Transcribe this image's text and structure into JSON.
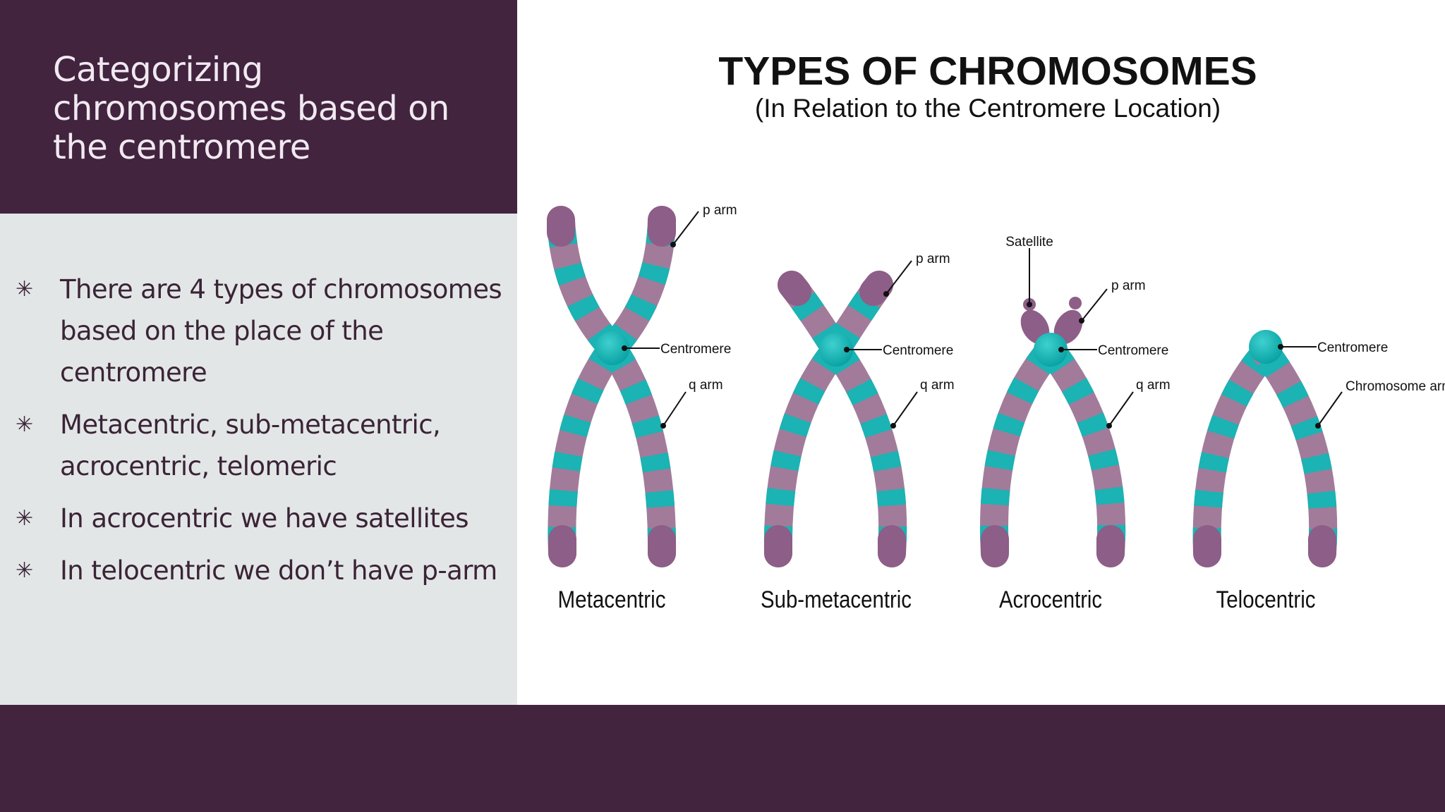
{
  "slide": {
    "title": "Categorizing chromosomes based on the centromere",
    "bullets": [
      "There are 4 types of chromosomes based on the place of the centromere",
      "Metacentric, sub-metacentric, acrocentric, telomeric",
      "In acrocentric we have satellites",
      "In telocentric we don’t have p-arm"
    ],
    "bullet_icon": "asterisk-icon",
    "colors": {
      "primary": "#42243f",
      "panel": "#e3e6e7",
      "text": "#3a2436",
      "teal": "#1bb3b3",
      "purple": "#a27b9a"
    }
  },
  "figure": {
    "heading": "TYPES OF CHROMOSOMES",
    "subheading": "(In Relation to the Centromere Location)",
    "types": [
      {
        "name": "Metacentric",
        "labels": {
          "p_arm": "p arm",
          "centromere": "Centromere",
          "q_arm": "q arm"
        }
      },
      {
        "name": "Sub-metacentric",
        "labels": {
          "p_arm": "p arm",
          "centromere": "Centromere",
          "q_arm": "q arm"
        }
      },
      {
        "name": "Acrocentric",
        "labels": {
          "satellite": "Satellite",
          "p_arm": "p arm",
          "centromere": "Centromere",
          "q_arm": "q arm"
        }
      },
      {
        "name": "Telocentric",
        "labels": {
          "centromere": "Centromere",
          "chromosome_arm": "Chromosome arm"
        }
      }
    ]
  }
}
